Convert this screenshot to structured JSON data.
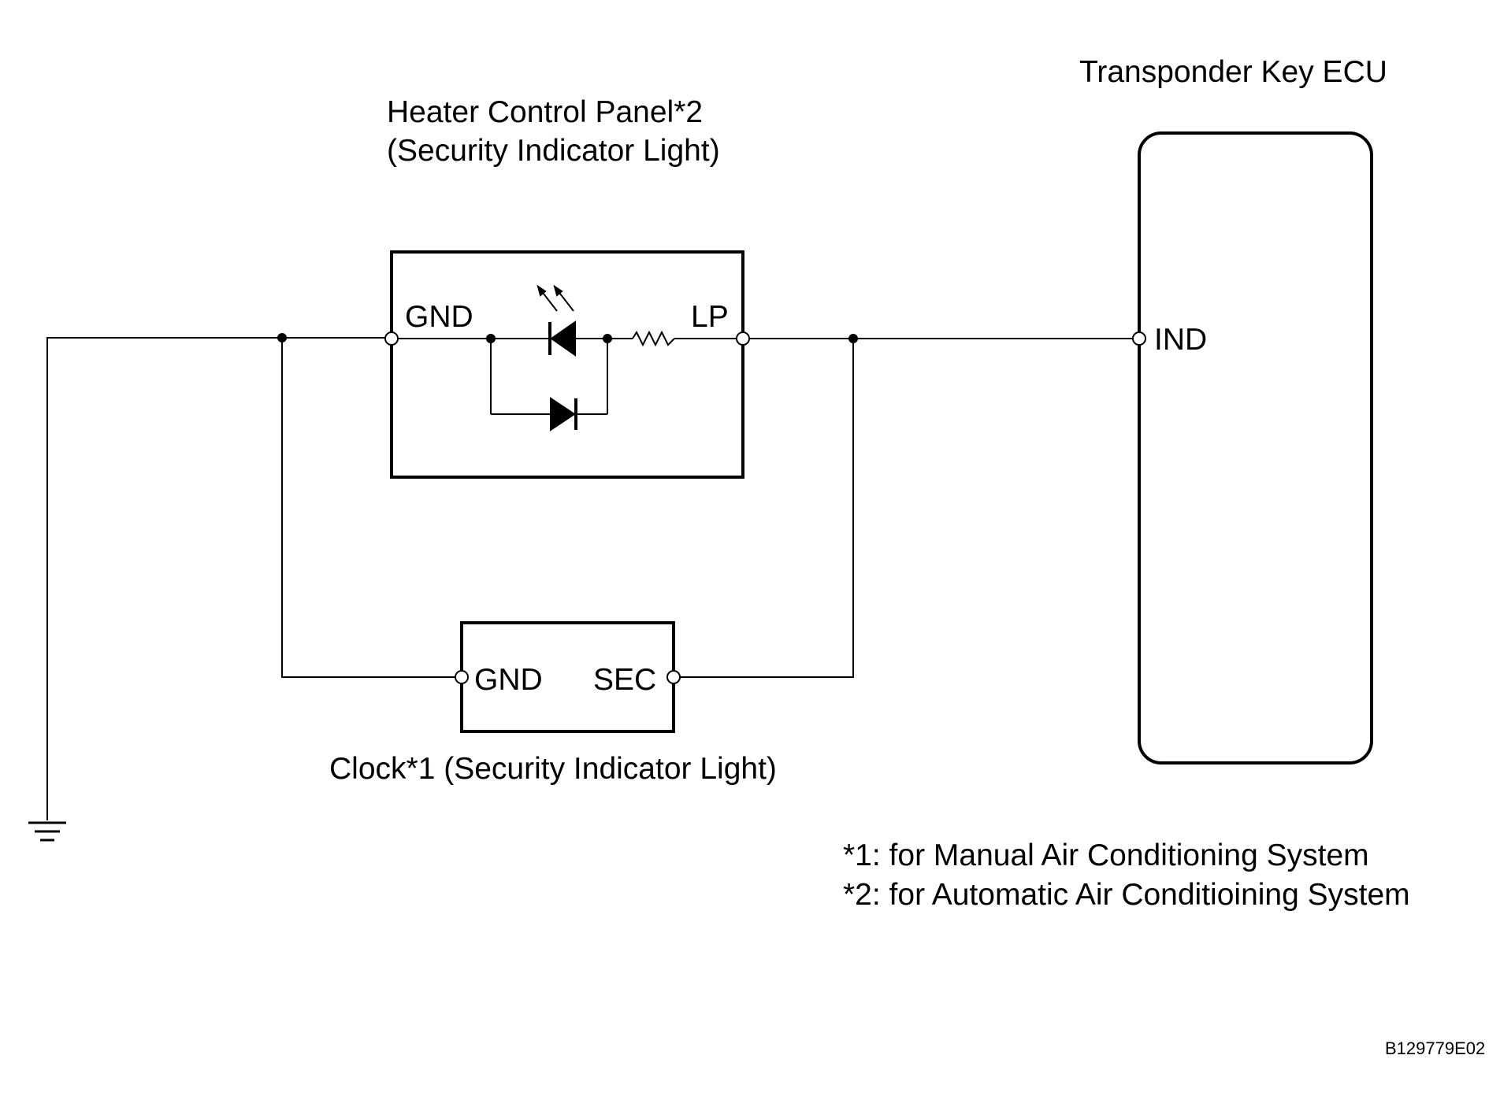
{
  "components": {
    "ecu": {
      "title": "Transponder Key ECU",
      "terminal_ind": "IND"
    },
    "heater_panel": {
      "title_line1": "Heater Control Panel*2",
      "title_line2": "(Security Indicator Light)",
      "terminal_gnd": "GND",
      "terminal_lp": "LP"
    },
    "clock": {
      "title": "Clock*1 (Security Indicator Light)",
      "terminal_gnd": "GND",
      "terminal_sec": "SEC"
    }
  },
  "notes": {
    "note1": "*1: for Manual Air Conditioning System",
    "note2": "*2: for Automatic Air Conditioining System"
  },
  "figure_id": "B129779E02"
}
